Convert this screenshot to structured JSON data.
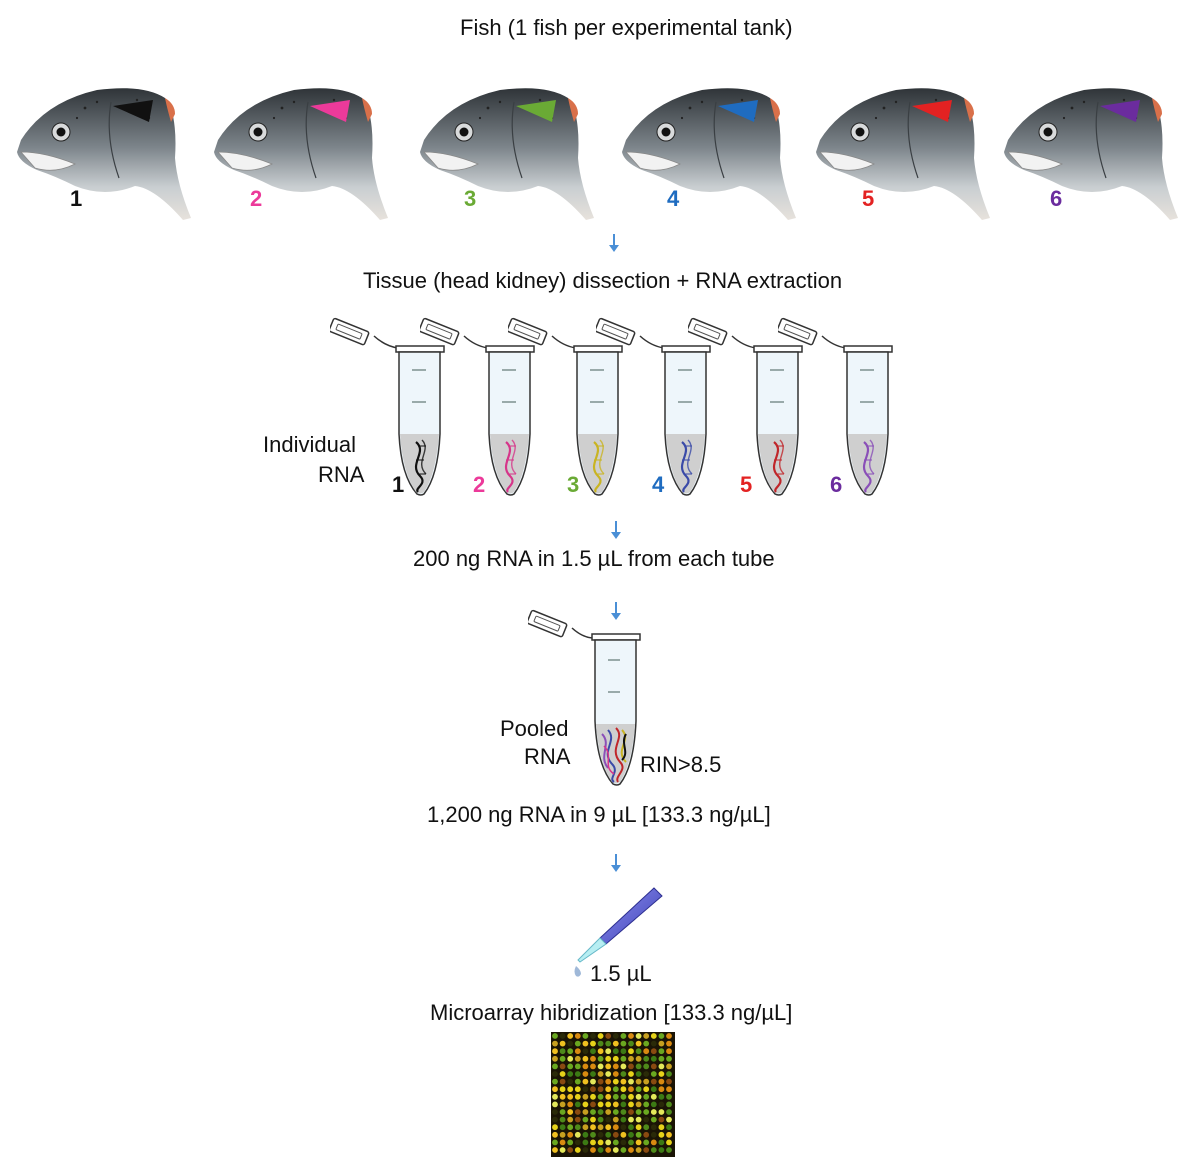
{
  "steps": {
    "fish_title": "Fish (1 fish per experimental tank)",
    "dissection": "Tissue (head kidney) dissection + RNA extraction",
    "aliquot": "200 ng RNA in 1.5 µL from each tube",
    "pooled_amount": "1,200 ng RNA in 9 µL [133.3 ng/µL]",
    "microarray": "Microarray hibridization [133.3 ng/µL]"
  },
  "labels": {
    "individual_rna_line1": "Individual",
    "individual_rna_line2": "RNA",
    "pooled_rna_line1": "Pooled",
    "pooled_rna_line2": "RNA",
    "rin": "RIN>8.5",
    "pipette_volume": "1.5 µL"
  },
  "samples": [
    {
      "number": "1",
      "color": "#111111"
    },
    {
      "number": "2",
      "color": "#ec3a9a"
    },
    {
      "number": "3",
      "color": "#6aaa35"
    },
    {
      "number": "4",
      "color": "#1f6cc0"
    },
    {
      "number": "5",
      "color": "#e32222"
    },
    {
      "number": "6",
      "color": "#6b2c9e"
    }
  ],
  "tube_rna_colors": [
    "#111111",
    "#d6358a",
    "#c9b422",
    "#3a4aa8",
    "#c0262a",
    "#8a4fb8"
  ],
  "colors": {
    "arrow": "#4a8fd6",
    "tube_outline": "#333333",
    "tube_fill": "#eef6fb",
    "tube_liquid": "#cfcfcf",
    "pipette": "#5a5fd0"
  }
}
